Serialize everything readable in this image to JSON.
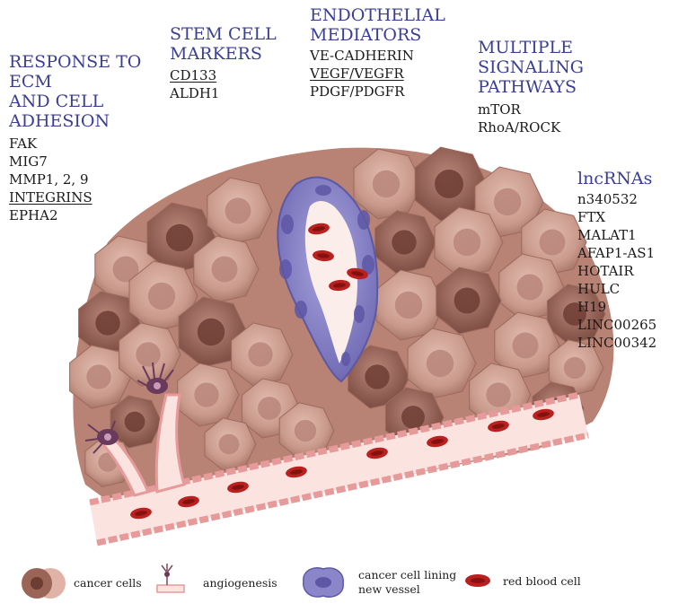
{
  "sections": {
    "ecm": {
      "heading": [
        "RESPONSE TO",
        "ECM",
        "AND CELL",
        "ADHESION"
      ],
      "items": [
        {
          "text": "FAK",
          "underline": false
        },
        {
          "text": "MIG7",
          "underline": false
        },
        {
          "text": "MMP1, 2, 9",
          "underline": false
        },
        {
          "text": "INTEGRINS",
          "underline": true
        },
        {
          "text": "EPHA2",
          "underline": false
        }
      ]
    },
    "stem": {
      "heading": [
        "STEM CELL",
        "MARKERS"
      ],
      "items": [
        {
          "text": "CD133",
          "underline": true
        },
        {
          "text": "ALDH1",
          "underline": false
        }
      ]
    },
    "endo": {
      "heading": [
        "ENDOTHELIAL",
        "MEDIATORS"
      ],
      "items": [
        {
          "text": "VE-CADHERIN",
          "underline": false
        },
        {
          "text": "VEGF/VEGFR",
          "underline": true
        },
        {
          "text": "PDGF/PDGFR",
          "underline": false
        }
      ]
    },
    "signal": {
      "heading": [
        "MULTIPLE",
        "SIGNALING",
        "PATHWAYS"
      ],
      "items": [
        {
          "text": "mTOR",
          "underline": false
        },
        {
          "text": "RhoA/ROCK",
          "underline": false
        }
      ]
    },
    "lnc": {
      "heading": [
        "lncRNAs"
      ],
      "items": [
        {
          "text": "n340532",
          "underline": false
        },
        {
          "text": "FTX",
          "underline": false
        },
        {
          "text": "MALAT1",
          "underline": false
        },
        {
          "text": "AFAP1-AS1",
          "underline": false
        },
        {
          "text": "HOTAIR",
          "underline": false
        },
        {
          "text": "HULC",
          "underline": false
        },
        {
          "text": "H19",
          "underline": false
        },
        {
          "text": "LINC00265",
          "underline": false
        },
        {
          "text": "LINC00342",
          "underline": false
        }
      ]
    }
  },
  "legend": {
    "cancer_cells": "cancer cells",
    "angiogenesis": "angiogenesis",
    "lining": [
      "cancer cell lining",
      "new vessel"
    ],
    "rbc": "red blood cell"
  },
  "colors": {
    "heading": "#3b3f91",
    "cancer_cell": "#c99a8c",
    "cancer_cell_dark": "#8f5a4e",
    "vessel_lining": "#8a86c9",
    "blood_cell": "#b8211f",
    "vessel_wall": "#e79a9a"
  }
}
